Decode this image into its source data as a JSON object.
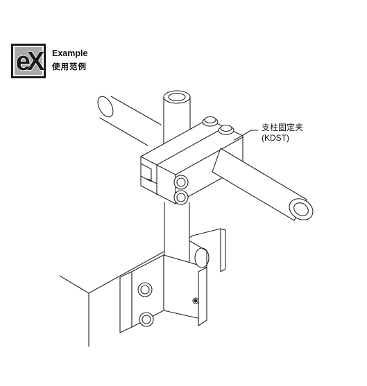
{
  "badge": {
    "label": "eX"
  },
  "example": {
    "title": "Example",
    "subtitle": "使用范例"
  },
  "callout": {
    "name": "支柱固定夹",
    "code": "(KDST)"
  },
  "colors": {
    "line": "#222222",
    "badge_fill": "#a9a9a9",
    "background": "#ffffff"
  }
}
